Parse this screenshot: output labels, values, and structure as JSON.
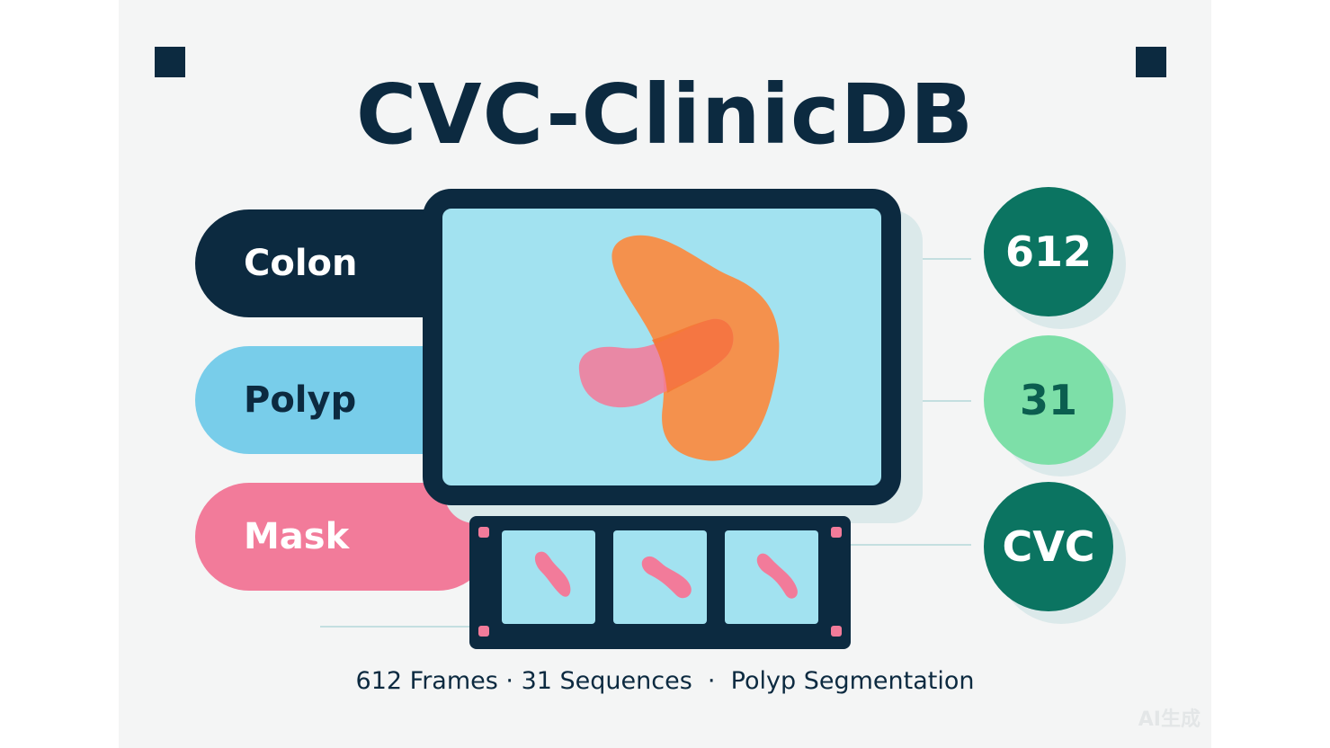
{
  "title": "CVC-ClinicDB",
  "labels": [
    {
      "text": "Colon",
      "color": "#0c2a40",
      "text_color": "#ffffff"
    },
    {
      "text": "Polyp",
      "color": "#78cdea",
      "text_color": "#0c2a40"
    },
    {
      "text": "Mask",
      "color": "#f27b9a",
      "text_color": "#ffffff"
    }
  ],
  "stats": [
    {
      "text": "612",
      "color": "#0b7461",
      "text_color": "#ffffff"
    },
    {
      "text": "31",
      "color": "#7ddfa8",
      "text_color": "#0b5e4f"
    },
    {
      "text": "CVC",
      "color": "#0b7461",
      "text_color": "#ffffff"
    }
  ],
  "caption": "612 Frames · 31 Sequences  ·  Polyp Segmentation",
  "watermark": "AI生成",
  "colors": {
    "navy": "#0c2a40",
    "screen": "#a2e2f0",
    "polyp_orange": "#f4914d",
    "mask_pink": "#f27b9a",
    "overlap": "#f47435",
    "panel": "#f4f5f5"
  },
  "icons": [
    "monitor-icon",
    "polyp-blob-icon",
    "mask-blob-icon",
    "filmstrip-icon"
  ]
}
